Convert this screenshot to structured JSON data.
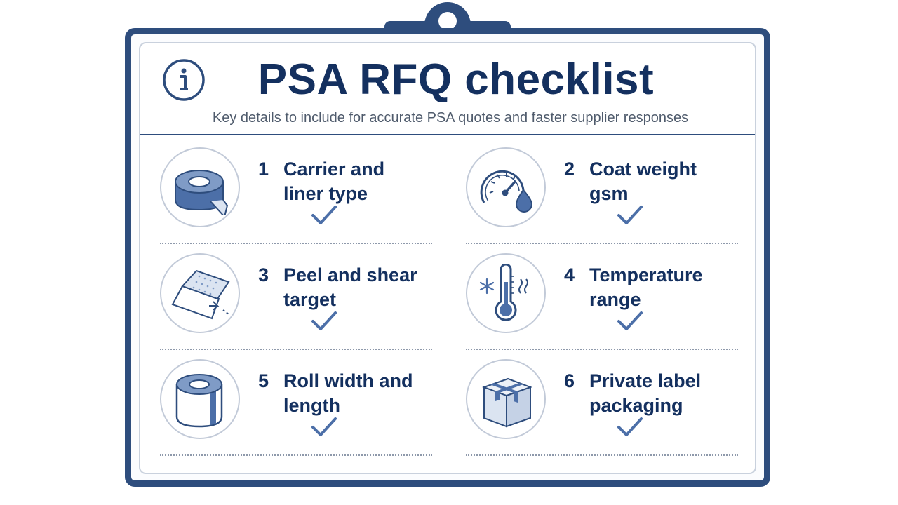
{
  "header": {
    "title": "PSA RFQ checklist",
    "subtitle": "Key details to include for accurate PSA quotes and faster supplier responses",
    "icon": "info-icon"
  },
  "items": [
    {
      "number": "1",
      "line1": "Carrier and",
      "line2": "liner type",
      "icon": "tape-roll-icon",
      "checked": true
    },
    {
      "number": "2",
      "line1": "Coat weight",
      "line2": "gsm",
      "icon": "gauge-drop-icon",
      "checked": true
    },
    {
      "number": "3",
      "line1": "Peel and shear",
      "line2": "target",
      "icon": "peel-strip-icon",
      "checked": true
    },
    {
      "number": "4",
      "line1": "Temperature",
      "line2": "range",
      "icon": "thermometer-icon",
      "checked": true
    },
    {
      "number": "5",
      "line1": "Roll width and",
      "line2": "length",
      "icon": "roll-width-icon",
      "checked": true
    },
    {
      "number": "6",
      "line1": "Private label",
      "line2": "packaging",
      "icon": "package-box-icon",
      "checked": true
    }
  ],
  "colors": {
    "navy": "#14305f",
    "frame": "#2e4d7d",
    "accent": "#4c6fa8",
    "light": "#dbe4f1"
  }
}
